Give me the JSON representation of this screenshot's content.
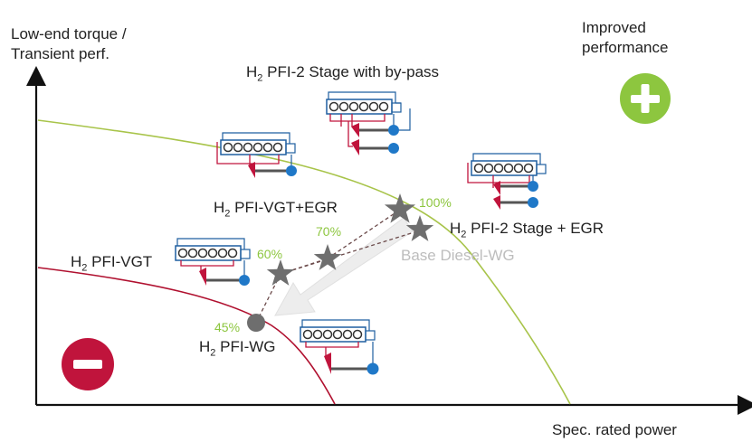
{
  "axes": {
    "y_label_line1": "Low-end torque /",
    "y_label_line2": "Transient perf.",
    "x_label": "Spec. rated power"
  },
  "quadrants": {
    "improved_line1": "Improved",
    "improved_line2": "performance",
    "plus_color": "#8dc63f",
    "minus_color": "#c0143c"
  },
  "configs": {
    "two_stage_bypass": {
      "h": "H",
      "sub": "2",
      "rest": " PFI-2 Stage with by-pass"
    },
    "vgt_egr": {
      "h": "H",
      "sub": "2",
      "rest": " PFI-VGT+EGR"
    },
    "two_stage_egr": {
      "h": "H",
      "sub": "2",
      "rest": " PFI-2 Stage + EGR"
    },
    "vgt": {
      "h": "H",
      "sub": "2",
      "rest": " PFI-VGT"
    },
    "wg": {
      "h": "H",
      "sub": "2",
      "rest": " PFI-WG"
    },
    "base_diesel": "Base Diesel-WG"
  },
  "points": {
    "p45": "45%",
    "p60": "60%",
    "p70": "70%",
    "p100": "100%"
  },
  "colors": {
    "green_curve": "#a8c44a",
    "red_curve": "#b0102f",
    "star": "#6e6e6e",
    "percent_text": "#8dc63f"
  }
}
